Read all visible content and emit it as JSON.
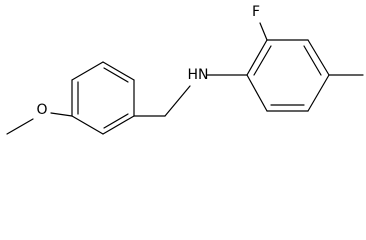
{
  "molecule": {
    "atoms": {
      "nitrogen": "HN",
      "fluorine": "F",
      "oxygen": "O"
    },
    "colors": {
      "bond": "#000000",
      "label": "#000000",
      "background": "#ffffff"
    }
  }
}
